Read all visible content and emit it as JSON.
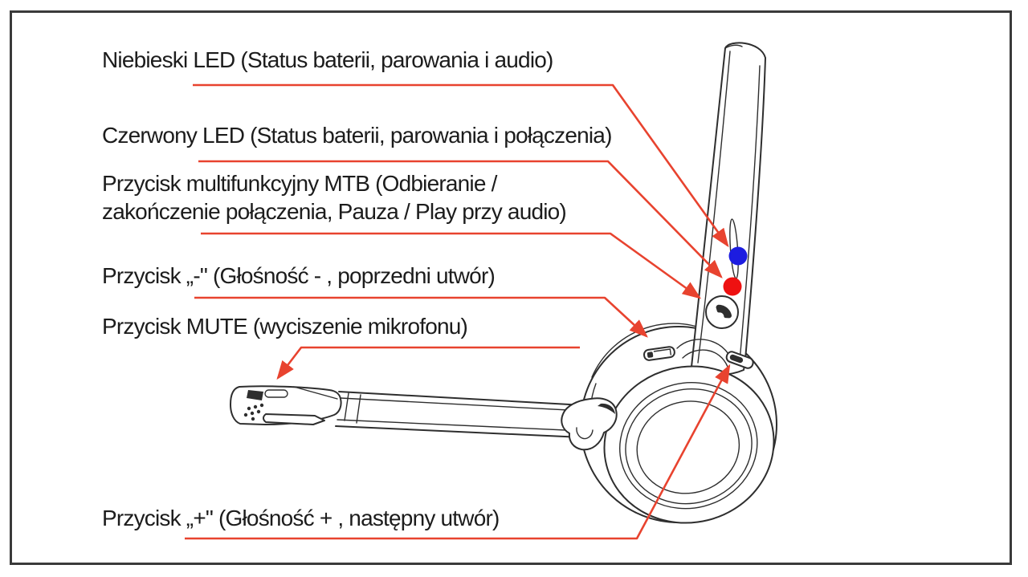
{
  "diagram": {
    "labels": [
      {
        "id": "niebieski-led",
        "text": "Niebieski LED (Status baterii, parowania i audio)"
      },
      {
        "id": "czerwony-led",
        "text": "Czerwony LED (Status baterii, parowania i połączenia)"
      },
      {
        "id": "przycisk-mtb",
        "text": "Przycisk multifunkcyjny MTB (Odbieranie /\nzakończenie połączenia, Pauza / Play przy audio)"
      },
      {
        "id": "przycisk-minus",
        "text": "Przycisk „-\" (Głośność - , poprzedni utwór)"
      },
      {
        "id": "przycisk-mute",
        "text": "Przycisk MUTE (wyciszenie mikrofonu)"
      },
      {
        "id": "przycisk-plus",
        "text": "Przycisk „+\" (Głośność + , następny utwór)"
      }
    ],
    "icons": [
      {
        "name": "blue-led-indicator",
        "shape": "filled circle"
      },
      {
        "name": "red-led-indicator",
        "shape": "filled circle"
      },
      {
        "name": "phone-handset-icon",
        "shape": "handset silhouette on MTB button"
      }
    ],
    "colors": {
      "callout": "#e8432f",
      "blue_led": "#1c1ce0",
      "red_led": "#ee1111",
      "ink": "#2e2e2e",
      "text": "#1c1c1c",
      "border": "#3a3a3a"
    }
  }
}
